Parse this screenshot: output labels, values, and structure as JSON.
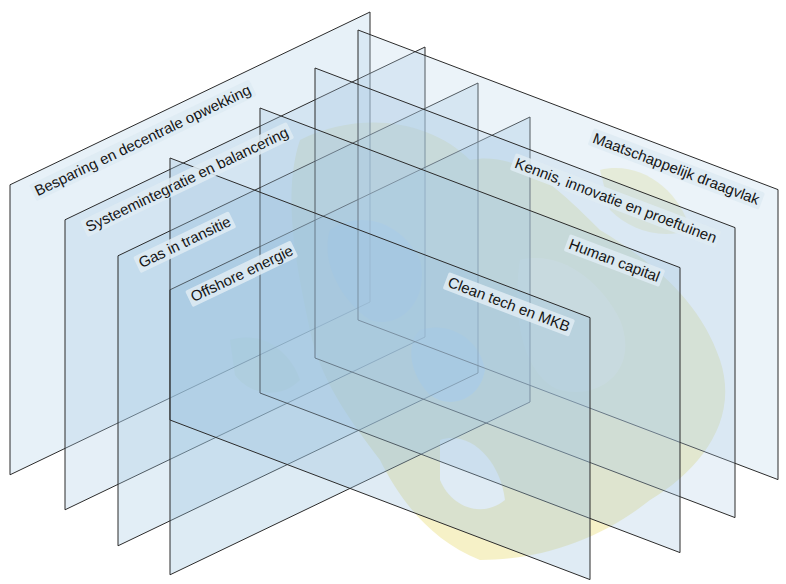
{
  "diagram": {
    "nodes": [
      {
        "text": [
          "Besparing en decentrale opwekking"
        ]
      },
      {
        "text": [
          "Systeemintegratie en balancering"
        ]
      },
      {
        "text": [
          "Gas in transitie"
        ]
      },
      {
        "text": [
          "Offshore energie"
        ]
      },
      {
        "text": [
          "Maatschappelijk draagvlak"
        ]
      },
      {
        "text": [
          "Kennis, innovatie en proeftuinen"
        ]
      },
      {
        "text": [
          "Human capital"
        ]
      },
      {
        "text": [
          "Clean tech en MKB"
        ]
      }
    ]
  }
}
